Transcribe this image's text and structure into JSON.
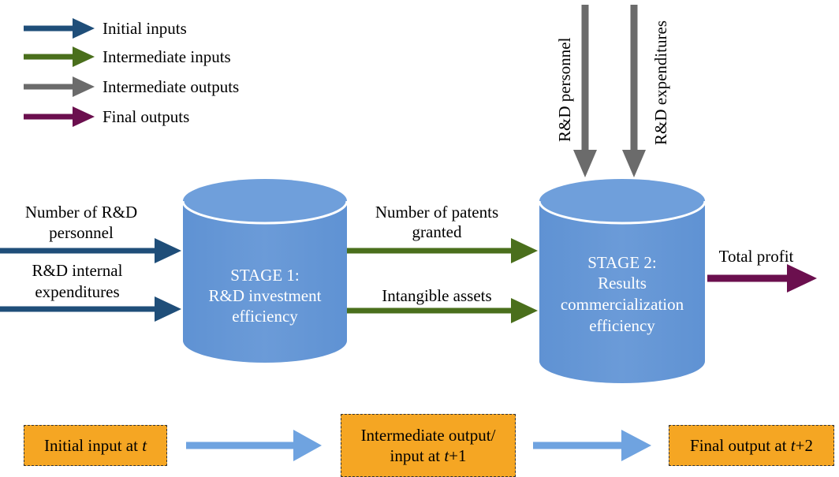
{
  "legend": [
    {
      "label": "Initial inputs",
      "color": "#1f4e79"
    },
    {
      "label": "Intermediate inputs",
      "color": "#4a6f1c"
    },
    {
      "label": "Intermediate outputs",
      "color": "#6b6b6b"
    },
    {
      "label": "Final outputs",
      "color": "#6b0f4e"
    }
  ],
  "colors": {
    "cylinder": "#6b9bd8",
    "cylinder_top": "#6f9fdb",
    "timeline_arrow": "#6fa3e0",
    "timeline_box": "#f5a623"
  },
  "stage1": {
    "line1": "STAGE 1:",
    "line2": "R&D investment",
    "line3": "efficiency"
  },
  "stage2": {
    "line1": "STAGE 2:",
    "line2": "Results",
    "line3": "commercialization",
    "line4": "efficiency"
  },
  "inputs": {
    "personnel_line1": "Number of R&D",
    "personnel_line2": "personnel",
    "expend_line1": "R&D internal",
    "expend_line2": "expenditures"
  },
  "intermediate": {
    "patents_line1": "Number of patents",
    "patents_line2": "granted",
    "intangible": "Intangible assets"
  },
  "stage2_inputs": {
    "personnel": "R&D personnel",
    "expenditures": "R&D expenditures"
  },
  "output": {
    "total_profit": "Total profit"
  },
  "timeline": {
    "box1_text": "Initial input at ",
    "box1_var": "t",
    "box2_line1": "Intermediate output/",
    "box2_line2_text": "input at ",
    "box2_line2_var": "t",
    "box2_line2_suffix": "+1",
    "box3_text": "Final output at ",
    "box3_var": "t",
    "box3_suffix": "+2"
  }
}
